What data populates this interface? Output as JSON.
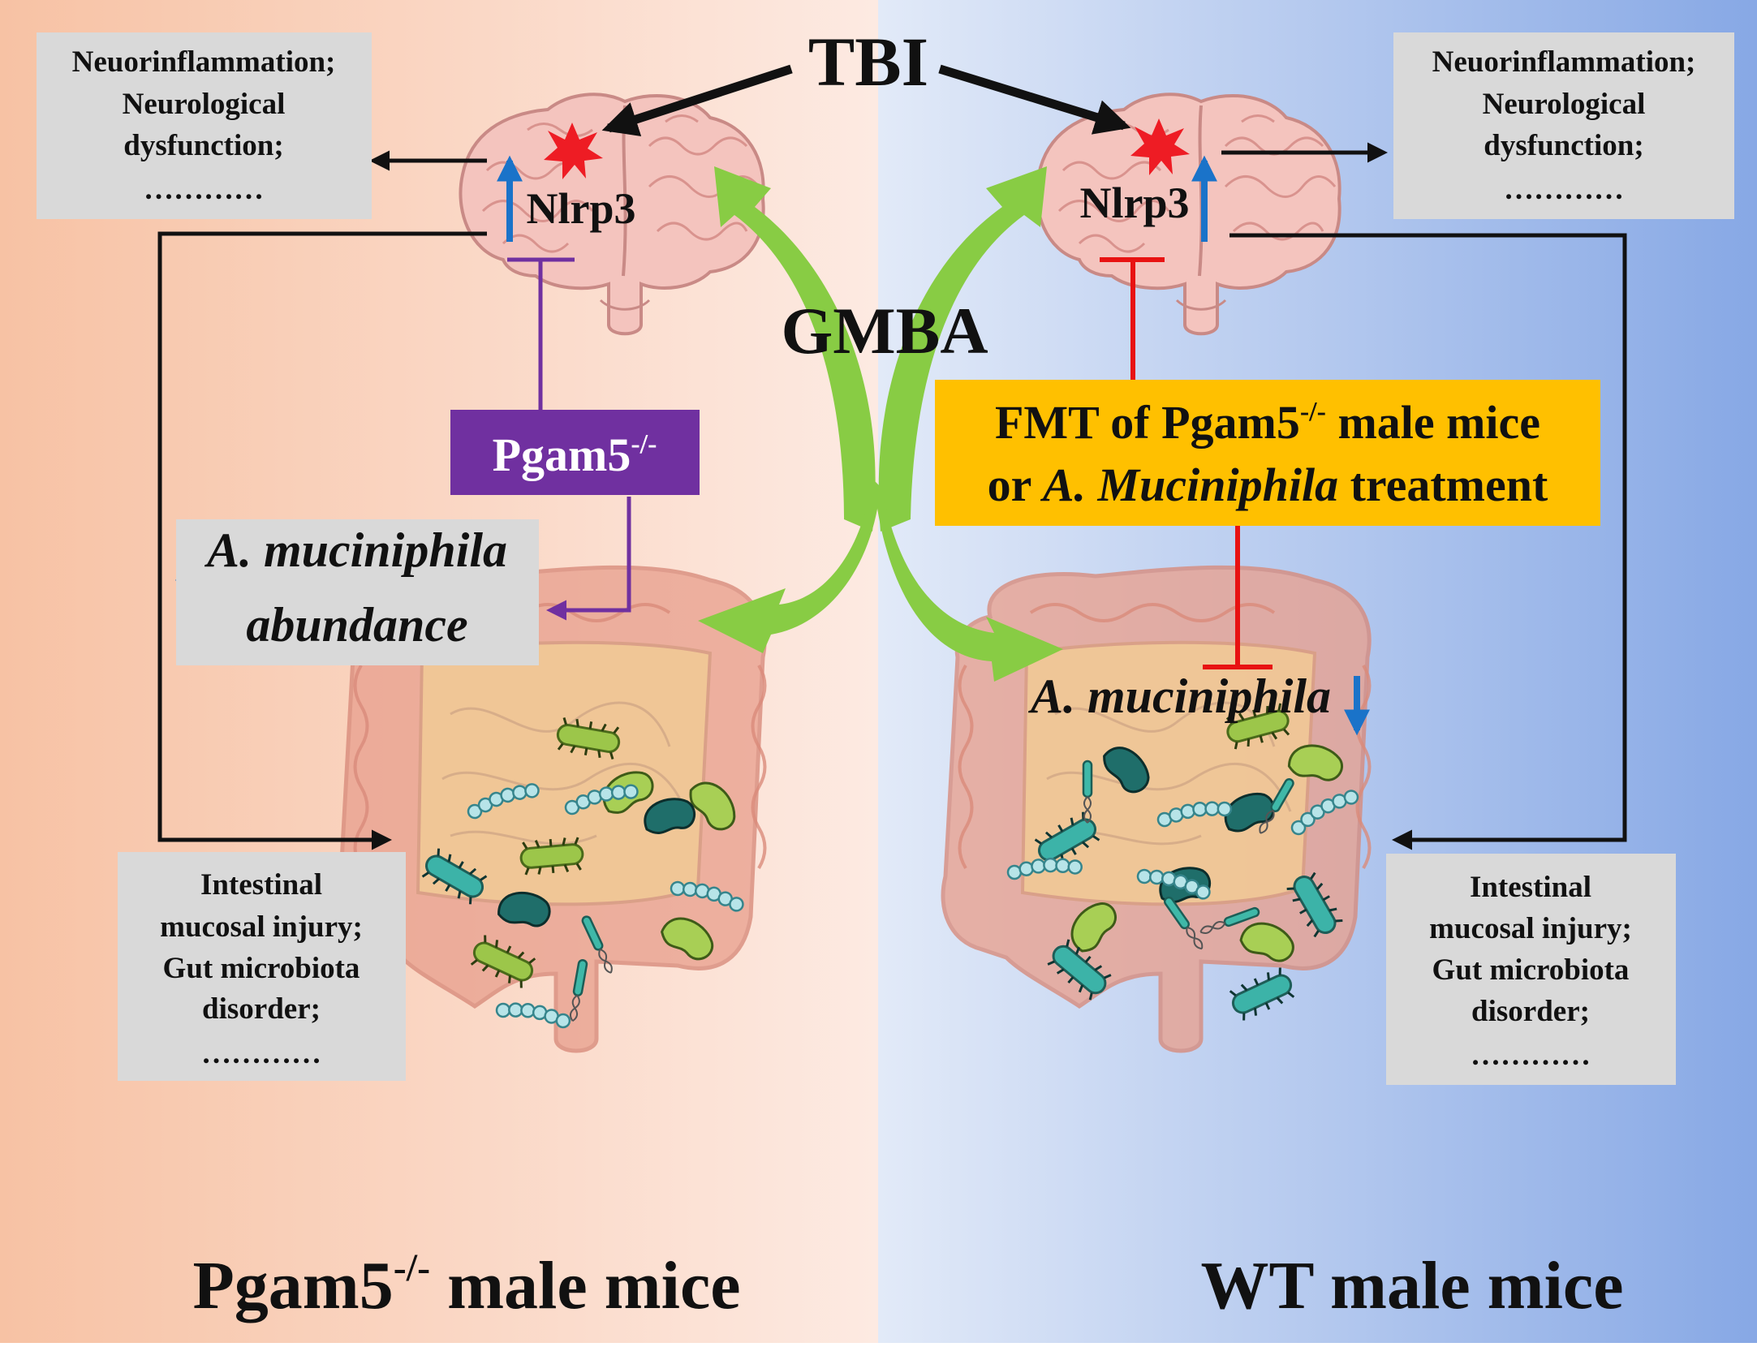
{
  "center": {
    "tbi": "TBI",
    "gmba": "GMBA"
  },
  "left_panel": {
    "brain_outcomes": [
      "Neuorinflammation;",
      "Neurological",
      "dysfunction;",
      "…………"
    ],
    "nlrp3": "Nlrp3",
    "genotype_box": {
      "base": "Pgam5",
      "sup": "-/-"
    },
    "abundance_lines": [
      "A. muciniphila",
      "abundance"
    ],
    "gut_outcomes": [
      "Intestinal",
      "mucosal injury;",
      "Gut microbiota",
      "disorder;",
      "…………"
    ],
    "footer": {
      "base": "Pgam5",
      "sup": "-/-",
      "rest": " male mice"
    }
  },
  "right_panel": {
    "brain_outcomes": [
      "Neuorinflammation;",
      "Neurological",
      "dysfunction;",
      "…………"
    ],
    "nlrp3": "Nlrp3",
    "treatment_line1": {
      "pre": "FMT of Pgam5",
      "sup": "-/-",
      "post": " male mice"
    },
    "treatment_line2": {
      "pre": "or ",
      "italic": "A. Muciniphila",
      "post": " treatment"
    },
    "species_label": "A. muciniphila",
    "gut_outcomes": [
      "Intestinal",
      "mucosal injury;",
      "Gut microbiota",
      "disorder;",
      "…………"
    ],
    "footer": "WT male mice"
  },
  "colors": {
    "left_bg_start": "#f7c2a4",
    "left_bg_end": "#fde9df",
    "right_bg_start": "#e0e9f8",
    "right_bg_end": "#8aaae6",
    "green_arrow": "#88cc44",
    "purple": "#7030a0",
    "red_inhibit": "#e81212",
    "blue_arrow": "#1a73c9",
    "treatment_box": "#ffc000",
    "gray_box": "#d9d9d9"
  }
}
